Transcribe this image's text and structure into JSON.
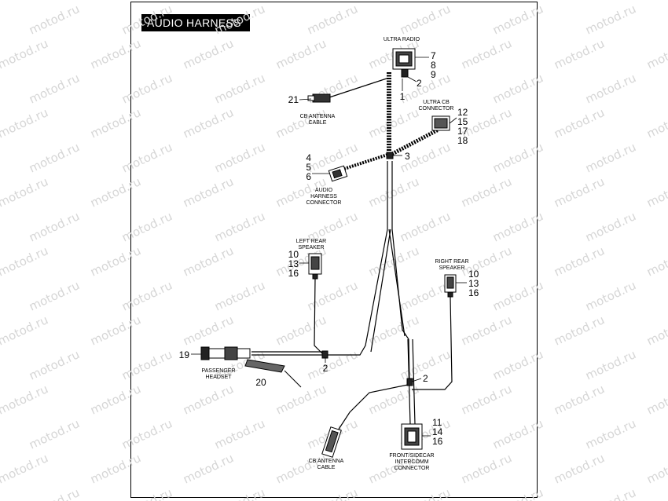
{
  "title": "AUDIO HARNESS",
  "watermark": "motod.ru",
  "labels": {
    "ultra_radio": "ULTRA RADIO",
    "cb_antenna_cable_top": [
      "CB ANTENNA",
      "CABLE"
    ],
    "ultra_cb_connector": [
      "ULTRA CB",
      "CONNECTOR"
    ],
    "audio_harness_connector": [
      "AUDIO",
      "HARNESS",
      "CONNECTOR"
    ],
    "left_rear_speaker": [
      "LEFT REAR",
      "SPEAKER"
    ],
    "right_rear_speaker": [
      "RIGHT REAR",
      "SPEAKER"
    ],
    "passenger_headset": [
      "PASSENGER",
      "HEADSET"
    ],
    "cb_antenna_cable_bottom": [
      "CB ANTENNA",
      "CABLE"
    ],
    "front_sidecar_connector": [
      "FRONT/SIDECAR",
      "INTERCOMM",
      "CONNECTOR"
    ]
  },
  "callouts": {
    "radio": [
      "7",
      "8",
      "9"
    ],
    "radio_2": "2",
    "radio_1": "1",
    "antenna_21": "21",
    "cb_connector": [
      "12",
      "15",
      "17",
      "18"
    ],
    "junction_3": "3",
    "audio_connector": [
      "4",
      "5",
      "6"
    ],
    "left_speaker": [
      "10",
      "13",
      "16"
    ],
    "right_speaker": [
      "10",
      "13",
      "16"
    ],
    "headset_19": "19",
    "headset_20": "20",
    "clip_left_2": "2",
    "clip_right_2": "2",
    "front_connector": [
      "11",
      "14",
      "16"
    ]
  }
}
